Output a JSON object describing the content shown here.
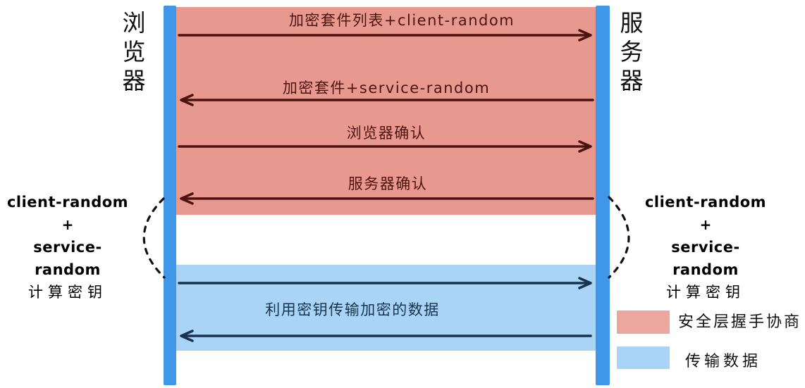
{
  "participants": {
    "left": {
      "name": "浏\n览\n器"
    },
    "right": {
      "name": "服\n务\n器"
    }
  },
  "handshake": {
    "messages": [
      {
        "label": "加密套件列表+client-random",
        "direction": "right"
      },
      {
        "label": "加密套件+service-random",
        "direction": "left"
      },
      {
        "label": "浏览器确认",
        "direction": "right"
      },
      {
        "label": "服务器确认",
        "direction": "left"
      }
    ]
  },
  "key_derivation": {
    "left_note": {
      "lines": [
        "client-random",
        "+",
        "service-random",
        "计算密钥"
      ]
    },
    "right_note": {
      "lines": [
        "client-random",
        "+",
        "service-random",
        "计算密钥"
      ]
    }
  },
  "transfer": {
    "label": "利用密钥传输加密的数据",
    "arrows": [
      "right",
      "left"
    ]
  },
  "legend": {
    "items": [
      {
        "label": "安全层握手协商",
        "color": "#e8998f"
      },
      {
        "label": "传输数据",
        "color": "#a9d4f7"
      }
    ]
  },
  "colors": {
    "lifeline": "#4097ea",
    "handshake_bg": "#e8998f",
    "transfer_bg": "#a9d4f6",
    "handshake_ink": "#4e130e",
    "transfer_ink": "#17344f",
    "note_ink": "#000000"
  }
}
